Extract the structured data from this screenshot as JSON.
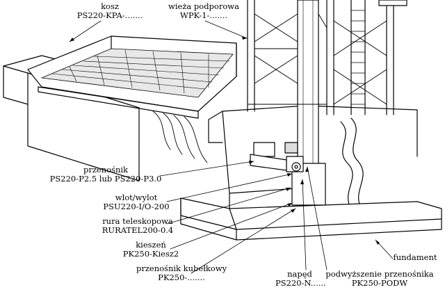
{
  "labels": {
    "kosz": {
      "title": "kosz",
      "code": "PS220-KPA-......."
    },
    "wieza": {
      "title": "wieża podporowa",
      "code": "WPK-1-......."
    },
    "przenosnik": {
      "title": "przenośnik",
      "code": "PS220-P2.5 lub PS220-P3.0"
    },
    "wlot": {
      "title": "wlot/wylot",
      "code": "PSU220-I/O-200"
    },
    "rura": {
      "title": "rura teleskopowa",
      "code": "RURATEL200-0.4"
    },
    "kieszen": {
      "title": "kieszeń",
      "code": "PK250-Kiesz2"
    },
    "kubelkowy": {
      "title": "przenośnik kubełkowy",
      "code": "PK250-......."
    },
    "naped": {
      "title": "napęd",
      "code": "PS220-N......"
    },
    "podwyzszenie": {
      "title": "podwyższenie przenośnika",
      "code": "PK250-PODW"
    },
    "fundament": {
      "title": "fundament"
    }
  }
}
